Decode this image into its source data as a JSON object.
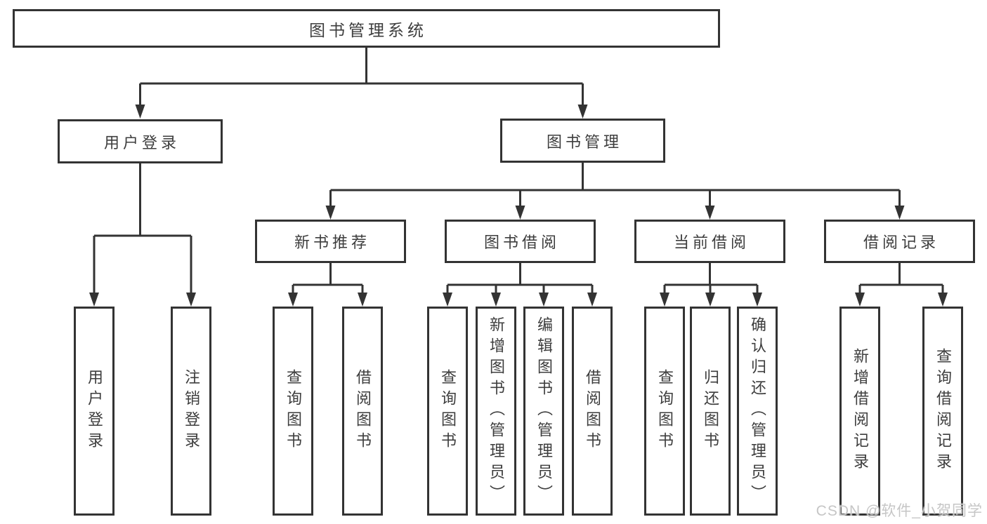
{
  "nodes": {
    "root": "图书管理系统",
    "user_login": "用户登录",
    "book_mgmt": "图书管理",
    "new_books": "新书推荐",
    "book_borrow": "图书借阅",
    "current_borrow": "当前借阅",
    "borrow_records": "借阅记录",
    "leaves": {
      "user_login": [
        "用户登录",
        "注销登录"
      ],
      "new_books": [
        "查询图书",
        "借阅图书"
      ],
      "book_borrow": [
        "查询图书",
        "新增图书（管理员）",
        "编辑图书（管理员）",
        "借阅图书"
      ],
      "current_borrow": [
        "查询图书",
        "归还图书",
        "确认归还（管理员）"
      ],
      "borrow_records": [
        "新增借阅记录",
        "查询借阅记录"
      ]
    }
  },
  "watermark": {
    "text": "CSDN @软件_小贺同学"
  },
  "colors": {
    "line": "#333333",
    "text": "#3d3d3d",
    "background": "#ffffff",
    "watermark": "#c6c6c6"
  }
}
